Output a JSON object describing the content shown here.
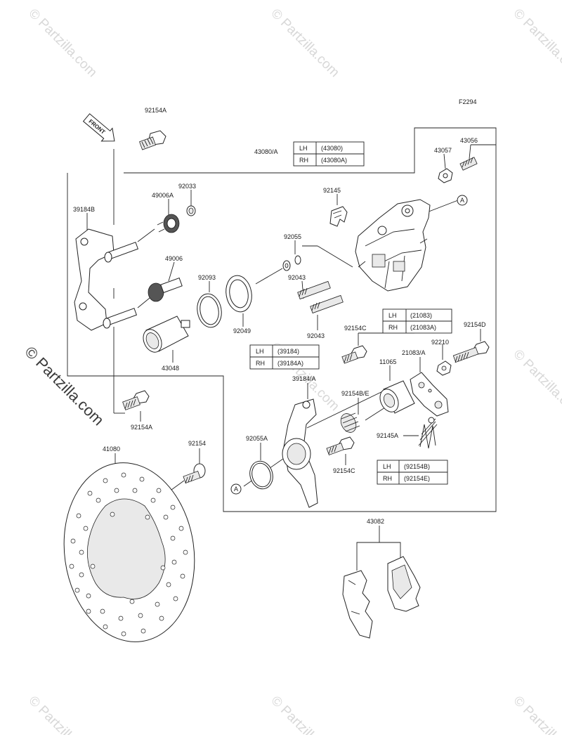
{
  "figure_code": "F2294",
  "front_label": "FRONT",
  "callout_letter": "A",
  "watermark_text": "© Partzilla.com",
  "labels": {
    "p92154A_top": "92154A",
    "p43080A": "43080/A",
    "p43057": "43057",
    "p43056": "43056",
    "p92033": "92033",
    "p39184B": "39184B",
    "p49006A": "49006A",
    "p92145": "92145",
    "p49006": "49006",
    "p92055": "92055",
    "p92093": "92093",
    "p43048": "43048",
    "p92049": "92049",
    "p92043_a": "92043",
    "p92043_b": "92043",
    "p92154C_a": "92154C",
    "p92154D": "92154D",
    "p92210": "92210",
    "p21083A": "21083/A",
    "p11065": "11065",
    "p39184A": "39184/A",
    "p92154BE": "92154B/E",
    "p92145A": "92145A",
    "p92055A": "92055A",
    "p92154A_bot": "92154A",
    "p41080": "41080",
    "p92154": "92154",
    "p92154C_b": "92154C",
    "p43082": "43082"
  },
  "tables": {
    "t43080": [
      [
        "LH",
        "(43080)"
      ],
      [
        "RH",
        "(43080A)"
      ]
    ],
    "t21083": [
      [
        "LH",
        "(21083)"
      ],
      [
        "RH",
        "(21083A)"
      ]
    ],
    "t39184": [
      [
        "LH",
        "(39184)"
      ],
      [
        "RH",
        "(39184A)"
      ]
    ],
    "t92154": [
      [
        "LH",
        "(92154B)"
      ],
      [
        "RH",
        "(92154E)"
      ]
    ]
  }
}
